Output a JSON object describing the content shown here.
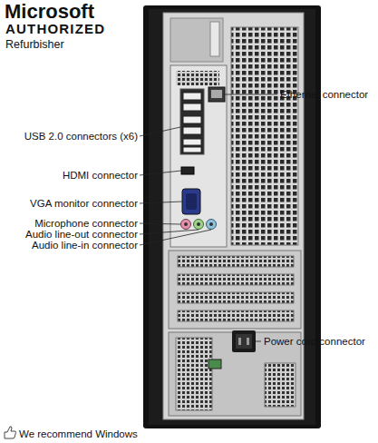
{
  "diagram": {
    "labels": [
      "Microsoft",
      "AUTHORIZED",
      "Refurbisher",
      "USB 2.0 connectors (x6)",
      "HDMI connector",
      "VGA monitor connector",
      "Microphone connector",
      "Audio line-out connector",
      "Audio line-in connector",
      "Ethernet connector",
      "Power cord connector",
      "We recommend Windows"
    ]
  }
}
